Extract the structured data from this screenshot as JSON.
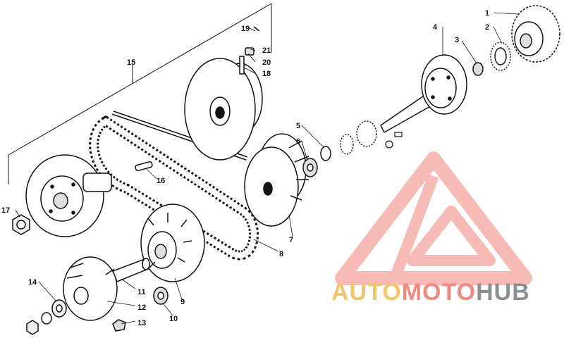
{
  "diagram": {
    "callouts": [
      "1",
      "2",
      "3",
      "4",
      "5",
      "6",
      "7",
      "8",
      "9",
      "10",
      "11",
      "12",
      "13",
      "14",
      "15",
      "16",
      "17",
      "18",
      "19",
      "20",
      "21"
    ]
  },
  "watermark": {
    "part1": "AUTO",
    "part2": "MOTO",
    "part3": "HUB",
    "colors": {
      "auto": "#f4c46a",
      "moto": "#f08a7e",
      "hub": "#8f8f8f"
    }
  }
}
